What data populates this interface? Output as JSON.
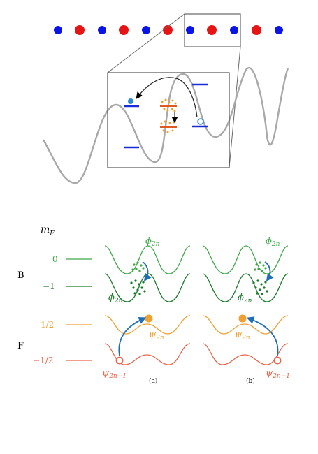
{
  "labels": {
    "mf_symbol": "m",
    "mf_sub": "F",
    "group_b": "B",
    "group_f": "F",
    "level_b0": "0",
    "level_bm1": "−1",
    "level_f_half": "1/2",
    "level_f_mhalf": "−1/2",
    "panel_a": "(a)",
    "panel_b": "(b)",
    "a_phi_top_sym": "ϕ",
    "a_phi_top_sub": "2n",
    "a_phi_bot_sym": "ϕ",
    "a_phi_bot_sub": "2n",
    "a_psi_mid_sym": "ψ",
    "a_psi_mid_sub": "2n",
    "a_psi_low_sym": "ψ",
    "a_psi_low_sub": "2n+1",
    "b_phi_top_sym": "ϕ",
    "b_phi_top_sub": "2n",
    "b_phi_bot_sym": "ϕ",
    "b_phi_bot_sub": "2n",
    "b_psi_mid_sym": "ψ",
    "b_psi_mid_sub": "2n",
    "b_psi_low_sym": "ψ",
    "b_psi_low_sub": "2n−1"
  },
  "colors": {
    "lattice_blue": "#0a14e6",
    "lattice_red": "#e61414",
    "potential_gray": "#a8a8a8",
    "level_bar_blue": "#1a2bd8",
    "dark_green": "#1a7a2a",
    "light_green": "#3fa84a",
    "orange": "#f0a030",
    "light_red": "#e8654a",
    "arrow_blue": "#1f6fb8"
  }
}
